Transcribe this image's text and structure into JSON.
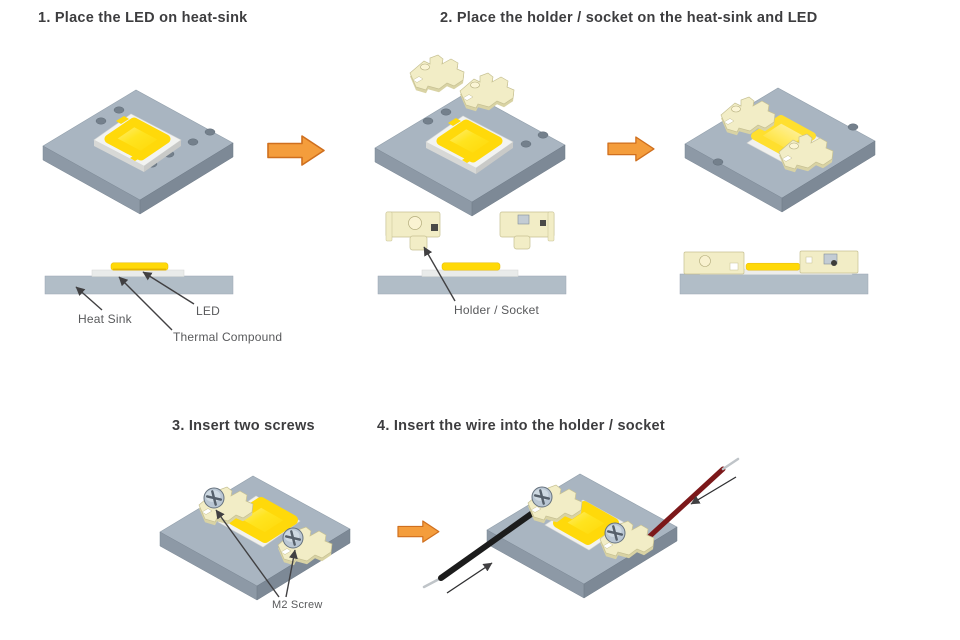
{
  "page": {
    "background": "#ffffff"
  },
  "steps": [
    {
      "id": 1,
      "title": "1. Place the LED on heat-sink"
    },
    {
      "id": 2,
      "title": "2. Place the holder / socket on the heat-sink and LED"
    },
    {
      "id": 3,
      "title": "3. Insert two screws"
    },
    {
      "id": 4,
      "title": "4. Insert the wire into the holder / socket"
    }
  ],
  "labels": {
    "heat_sink": "Heat Sink",
    "led": "LED",
    "thermal_compound": "Thermal Compound",
    "holder_socket": "Holder / Socket",
    "m2_screw": "M2 Screw"
  },
  "icons": {
    "next_step_arrow": "orange-block-right-arrow",
    "pointer_arrow": "thin-dark-arrow"
  },
  "colors": {
    "accent_orange": "#f49d3c",
    "accent_orange_outline": "#cf6f1e",
    "heat_sink_gray": "#a9b5c1",
    "heat_sink_side_gray": "#7d8996",
    "led_yellow": "#ffd908",
    "holder_cream": "#f2edc6",
    "screw_gray": "#b9c6d3",
    "wire_black": "#1c1c1c",
    "wire_red": "#7c181a",
    "label_text": "#58595b",
    "title_text": "#3d3d3f"
  }
}
